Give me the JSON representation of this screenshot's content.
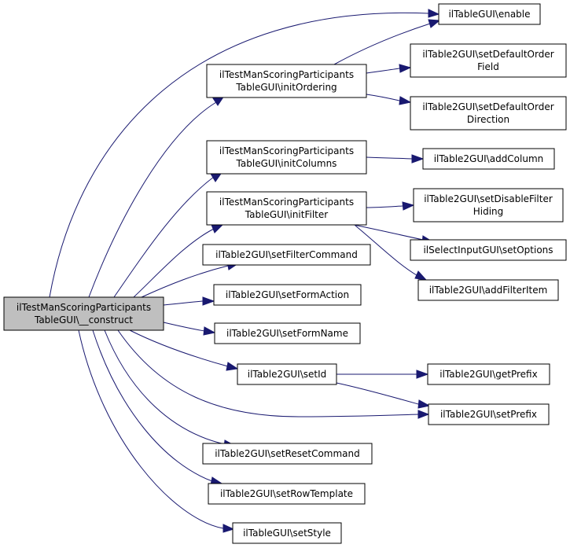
{
  "colors": {
    "edge": "#191970",
    "root_fill": "#bfbfbf",
    "node_fill": "#ffffff"
  },
  "nodes": {
    "root": {
      "lines": [
        "ilTestManScoringParticipants",
        "TableGUI\\__construct"
      ]
    },
    "enable": {
      "lines": [
        "ilTableGUI\\enable"
      ]
    },
    "initOrd": {
      "lines": [
        "ilTestManScoringParticipants",
        "TableGUI\\initOrdering"
      ]
    },
    "setDefOrdF": {
      "lines": [
        "ilTable2GUI\\setDefaultOrder",
        "Field"
      ]
    },
    "setDefOrdD": {
      "lines": [
        "ilTable2GUI\\setDefaultOrder",
        "Direction"
      ]
    },
    "initCols": {
      "lines": [
        "ilTestManScoringParticipants",
        "TableGUI\\initColumns"
      ]
    },
    "addColumn": {
      "lines": [
        "ilTable2GUI\\addColumn"
      ]
    },
    "initFilter": {
      "lines": [
        "ilTestManScoringParticipants",
        "TableGUI\\initFilter"
      ]
    },
    "setDisFilt": {
      "lines": [
        "ilTable2GUI\\setDisableFilter",
        "Hiding"
      ]
    },
    "setOptions": {
      "lines": [
        "ilSelectInputGUI\\setOptions"
      ]
    },
    "addFiltItem": {
      "lines": [
        "ilTable2GUI\\addFilterItem"
      ]
    },
    "setFiltCmd": {
      "lines": [
        "ilTable2GUI\\setFilterCommand"
      ]
    },
    "setFormAct": {
      "lines": [
        "ilTable2GUI\\setFormAction"
      ]
    },
    "setFormName": {
      "lines": [
        "ilTable2GUI\\setFormName"
      ]
    },
    "setId": {
      "lines": [
        "ilTable2GUI\\setId"
      ]
    },
    "getPrefix": {
      "lines": [
        "ilTable2GUI\\getPrefix"
      ]
    },
    "setPrefix": {
      "lines": [
        "ilTable2GUI\\setPrefix"
      ]
    },
    "setResetCmd": {
      "lines": [
        "ilTable2GUI\\setResetCommand"
      ]
    },
    "setRowTpl": {
      "lines": [
        "ilTable2GUI\\setRowTemplate"
      ]
    },
    "setStyle": {
      "lines": [
        "ilTableGUI\\setStyle"
      ]
    }
  }
}
